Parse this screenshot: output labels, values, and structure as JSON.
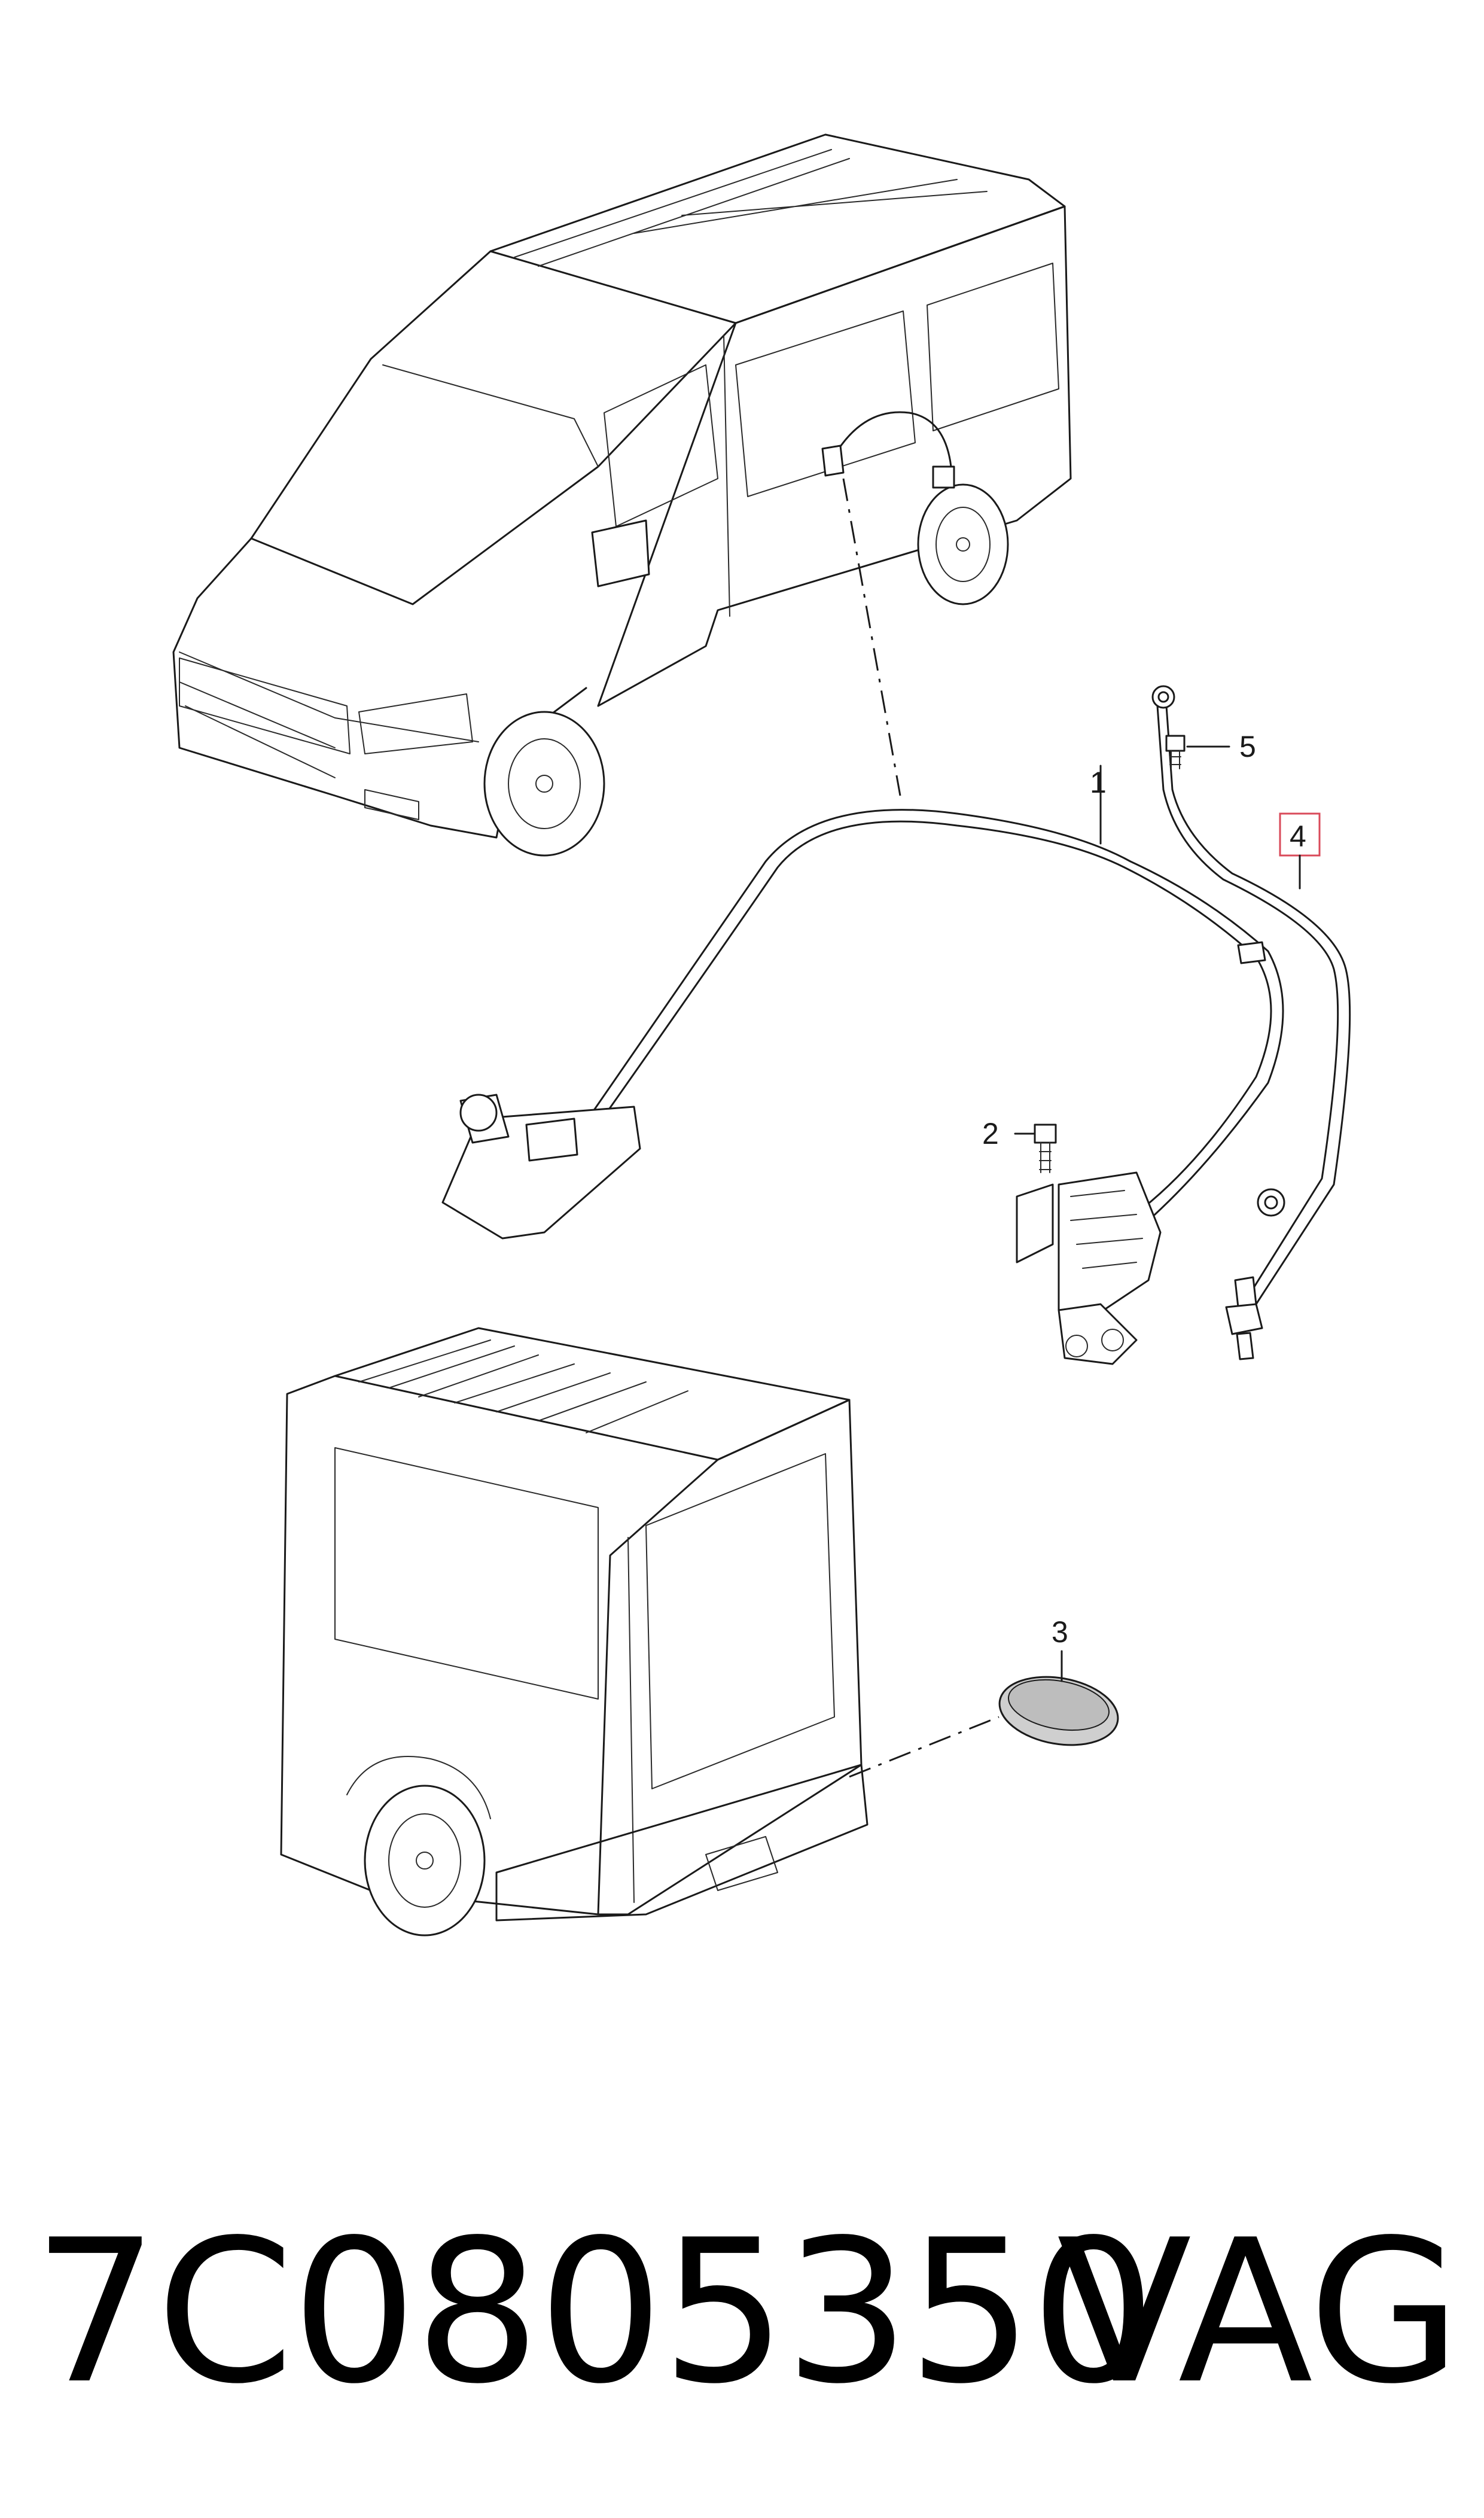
{
  "diagram": {
    "callouts": [
      {
        "id": "1",
        "label": "1"
      },
      {
        "id": "2",
        "label": "2"
      },
      {
        "id": "3",
        "label": "3"
      },
      {
        "id": "4",
        "label": "4",
        "highlighted": true
      },
      {
        "id": "5",
        "label": "5"
      }
    ],
    "highlight_color": "#d94a5a"
  },
  "footer": {
    "part_number": "7C0805350",
    "brand": "VAG"
  }
}
